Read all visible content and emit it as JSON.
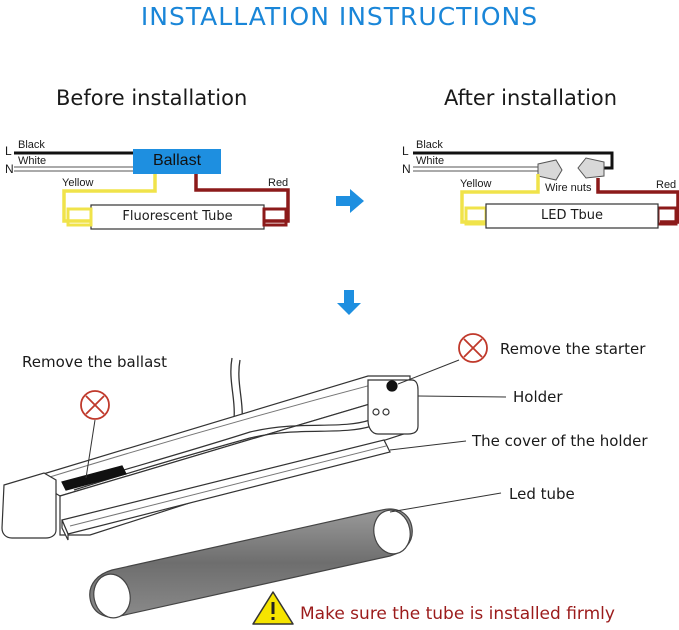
{
  "title": "INSTALLATION  INSTRUCTIONS",
  "before": {
    "heading": "Before installation",
    "line_label": "L",
    "neutral_label": "N",
    "black": "Black",
    "white": "White",
    "ballast": "Ballast",
    "yellow": "Yellow",
    "red": "Red",
    "tube": "Fluorescent Tube"
  },
  "after": {
    "heading": "After installation",
    "line_label": "L",
    "neutral_label": "N",
    "black": "Black",
    "white": "White",
    "wire_nuts": "Wire nuts",
    "yellow": "Yellow",
    "red": "Red",
    "tube": "LED Tbue"
  },
  "fixture": {
    "remove_ballast": "Remove the ballast",
    "remove_starter": "Remove the starter",
    "holder": "Holder",
    "cover": "The cover of the holder",
    "led_tube": "Led tube",
    "warning": "Make sure the tube is installed firmly"
  },
  "colors": {
    "title_blue": "#1a86d8",
    "ballast_blue": "#1e8fe0",
    "arrow_blue": "#1e8fe0",
    "yellow_wire": "#f0e34a",
    "red_wire": "#8c1a1a",
    "remove_red": "#c0392b",
    "warning_text": "#9b1b1b",
    "warning_yellow": "#f5e400"
  }
}
